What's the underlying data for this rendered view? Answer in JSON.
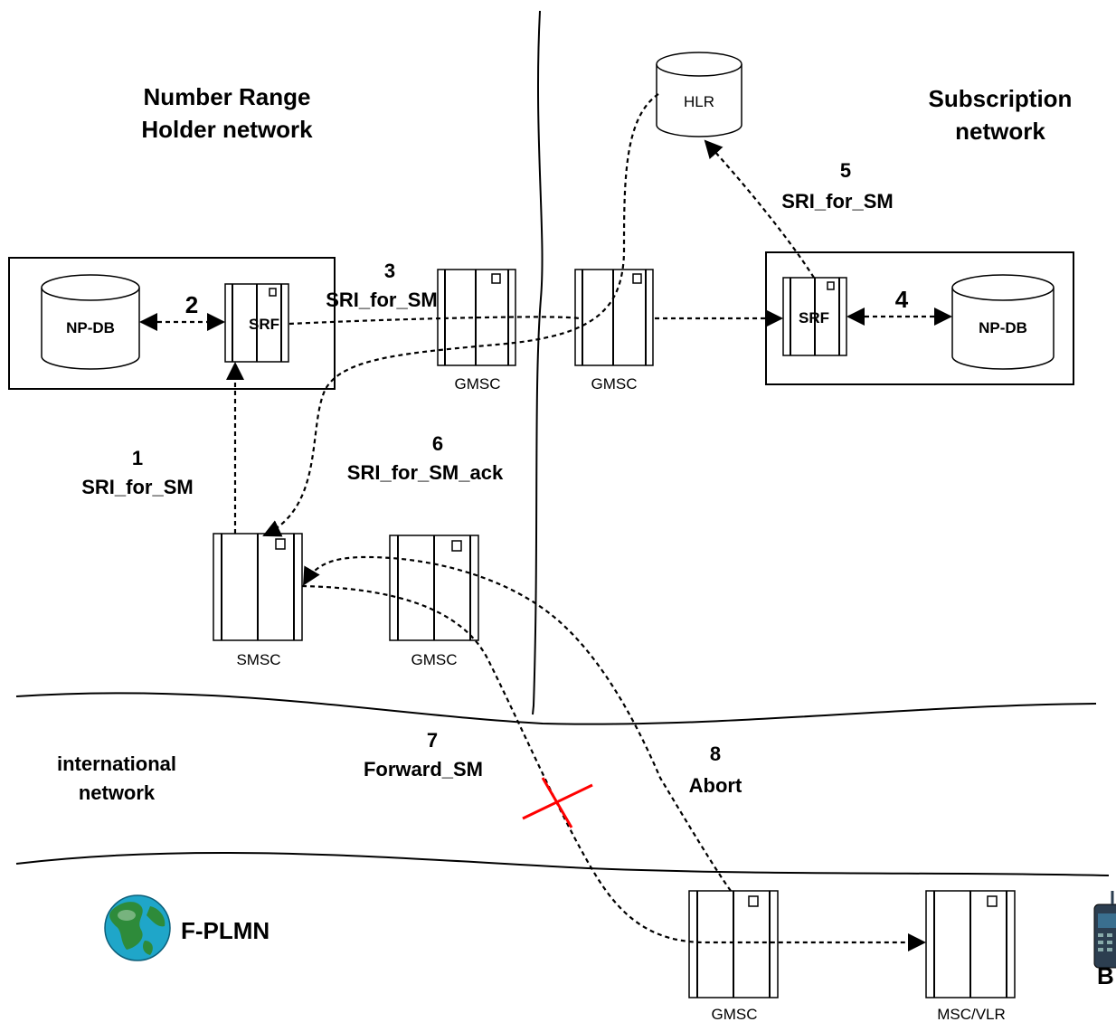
{
  "regions": {
    "nrh": {
      "line1": "Number Range",
      "line2": "Holder network"
    },
    "subscription": {
      "line1": "Subscription",
      "line2": "network"
    },
    "international": {
      "line1": "international",
      "line2": "network"
    },
    "fplmn": "F-PLMN"
  },
  "nodes": {
    "hlr": "HLR",
    "np_db_left": "NP-DB",
    "np_db_right": "NP-DB",
    "srf_left": "SRF",
    "srf_right": "SRF",
    "gmsc_nrh": "GMSC",
    "gmsc_sub": "GMSC",
    "smsc": "SMSC",
    "gmsc_smsc": "GMSC",
    "gmsc_fplmn": "GMSC",
    "msc_vlr": "MSC/VLR",
    "mobile": "B"
  },
  "steps": [
    {
      "num": "1",
      "label": "SRI_for_SM"
    },
    {
      "num": "2",
      "label": ""
    },
    {
      "num": "3",
      "label": "SRI_for_SM"
    },
    {
      "num": "4",
      "label": ""
    },
    {
      "num": "5",
      "label": "SRI_for_SM"
    },
    {
      "num": "6",
      "label": "SRI_for_SM_ack"
    },
    {
      "num": "7",
      "label": "Forward_SM"
    },
    {
      "num": "8",
      "label": "Abort"
    }
  ],
  "colors": {
    "failure_cross": "#ff0000",
    "globe_sea": "#1fa6c9",
    "globe_land": "#2e8b3a"
  },
  "icons": {
    "globe": "globe-icon",
    "mobile": "mobile-phone-icon",
    "failure": "failure-cross-icon"
  }
}
